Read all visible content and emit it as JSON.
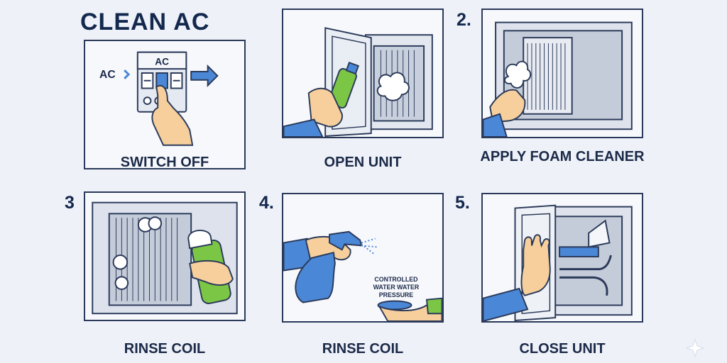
{
  "title": "CLEAN AC",
  "steps": [
    {
      "number": "",
      "caption": "SWITCH OFF",
      "icon": "breaker-switch-icon",
      "labels": {
        "breaker": "AC",
        "side": "AC"
      }
    },
    {
      "number": "",
      "caption": "OPEN UNIT",
      "icon": "spray-open-unit-icon"
    },
    {
      "number": "2.",
      "caption": "APPLY FOAM CLEANER",
      "icon": "foam-coil-icon"
    },
    {
      "number": "3",
      "caption": "RINSE COIL",
      "icon": "rinse-coil-foam-icon"
    },
    {
      "number": "4.",
      "caption": "RINSE COIL",
      "icon": "spray-bottle-icon",
      "labels": {
        "pressure": "CONTROLLED WATER WATER PRESSURE"
      }
    },
    {
      "number": "5.",
      "caption": "CLOSE UNIT",
      "icon": "close-unit-icon"
    }
  ],
  "colors": {
    "background": "#eef1f8",
    "outline": "#2b3a5a",
    "accent_blue": "#4a87d6",
    "cleaner_green": "#7cc646",
    "skin": "#f6cf9c"
  }
}
